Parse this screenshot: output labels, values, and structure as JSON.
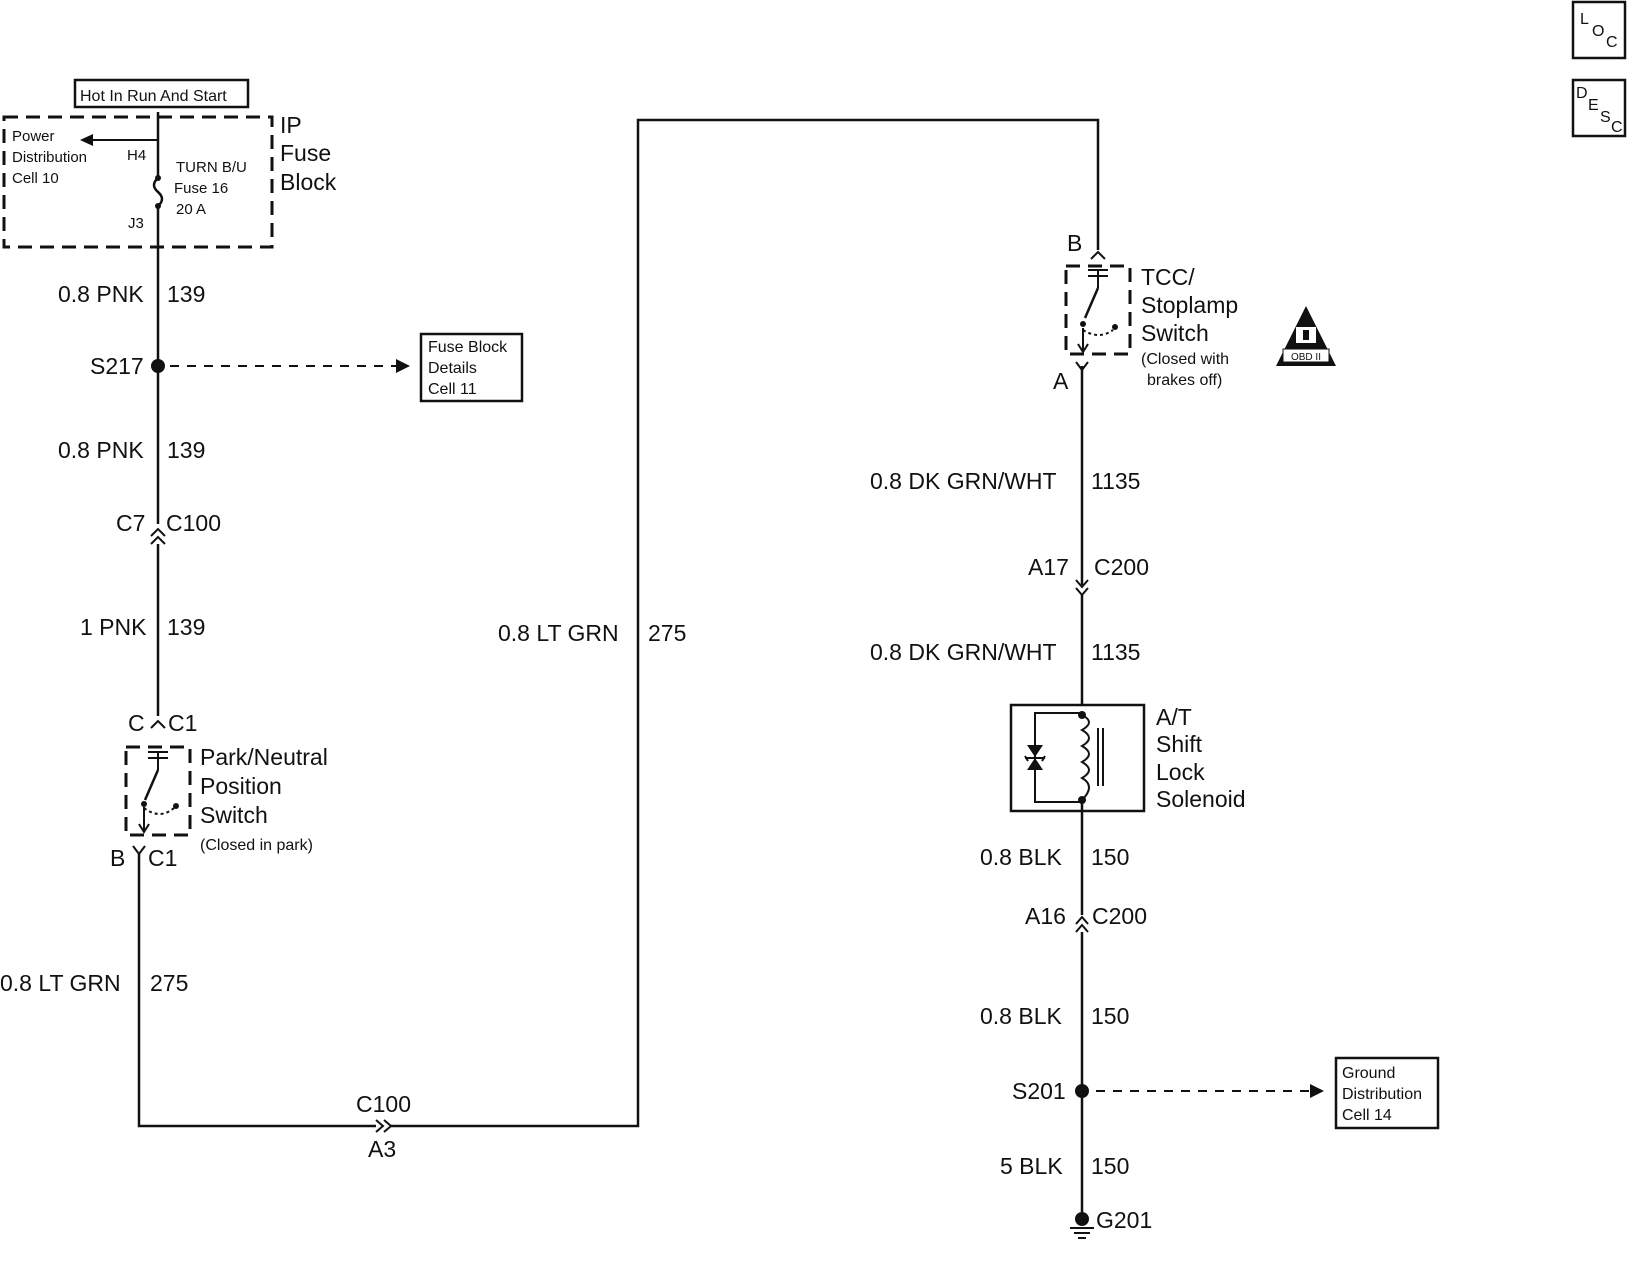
{
  "corner_icons": {
    "loc": [
      "L",
      "O",
      "C"
    ],
    "desc": [
      "D",
      "E",
      "S",
      "C"
    ]
  },
  "header": {
    "hot_label": "Hot In Run And Start"
  },
  "fuse_block": {
    "title_lines": [
      "IP",
      "Fuse",
      "Block"
    ],
    "power_ref_lines": [
      "Power",
      "Distribution",
      "Cell 10"
    ],
    "pin_in": "H4",
    "pin_out": "J3",
    "fuse_lines": [
      "TURN B/U",
      "Fuse 16",
      "20 A"
    ]
  },
  "left_circuit": {
    "wire1": {
      "color": "0.8 PNK",
      "num": "139"
    },
    "splice": "S217",
    "splice_ref_lines": [
      "Fuse Block",
      "Details",
      "Cell 11"
    ],
    "wire2": {
      "color": "0.8 PNK",
      "num": "139"
    },
    "conn1": {
      "pin": "C7",
      "name": "C100"
    },
    "wire3": {
      "color": "1 PNK",
      "num": "139"
    },
    "switch_top": {
      "pin": "C",
      "name": "C1"
    },
    "switch_lines": [
      "Park/Neutral",
      "Position",
      "Switch"
    ],
    "switch_note": "(Closed in park)",
    "switch_bottom": {
      "pin": "B",
      "name": "C1"
    },
    "wire4": {
      "color": "0.8 LT GRN",
      "num": "275"
    },
    "bottom_conn": {
      "name": "C100",
      "pin": "A3"
    }
  },
  "mid_circuit": {
    "wire": {
      "color": "0.8 LT GRN",
      "num": "275"
    }
  },
  "right_circuit": {
    "tcc_top_pin": "B",
    "tcc_lines": [
      "TCC/",
      "Stoplamp",
      "Switch"
    ],
    "tcc_note_lines": [
      "(Closed with",
      "brakes off)"
    ],
    "tcc_bottom_pin": "A",
    "obd_label": "OBD II",
    "wire1": {
      "color": "0.8 DK GRN/WHT",
      "num": "1135"
    },
    "conn1": {
      "pin": "A17",
      "name": "C200"
    },
    "wire2": {
      "color": "0.8 DK GRN/WHT",
      "num": "1135"
    },
    "solenoid_lines": [
      "A/T",
      "Shift",
      "Lock",
      "Solenoid"
    ],
    "wire3": {
      "color": "0.8 BLK",
      "num": "150"
    },
    "conn2": {
      "pin": "A16",
      "name": "C200"
    },
    "wire4": {
      "color": "0.8 BLK",
      "num": "150"
    },
    "splice": "S201",
    "splice_ref_lines": [
      "Ground",
      "Distribution",
      "Cell 14"
    ],
    "wire5": {
      "color": "5 BLK",
      "num": "150"
    },
    "ground": "G201"
  }
}
